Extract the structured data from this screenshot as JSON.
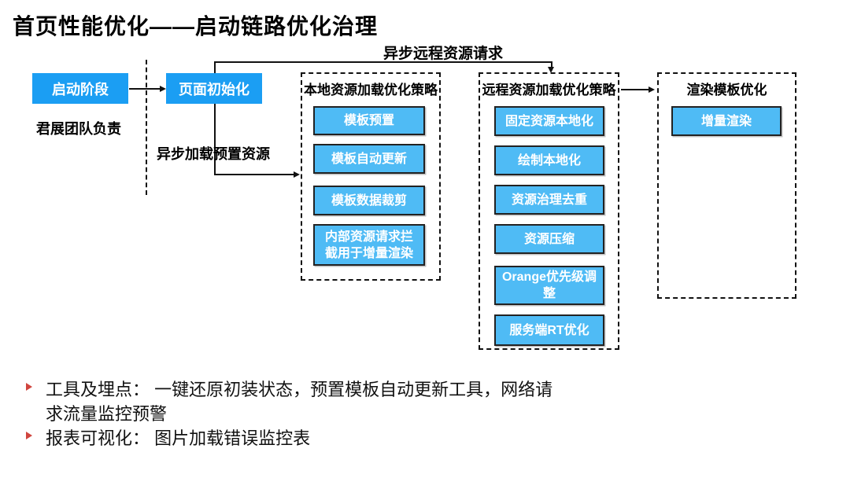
{
  "title": "首页性能优化——启动链路优化治理",
  "flow": {
    "nodes": {
      "start": "启动阶段",
      "init": "页面初始化"
    },
    "owner_note": "君展团队负责",
    "edges": {
      "async_remote": "异步远程资源请求",
      "async_preset": "异步加载预置资源"
    },
    "groups": [
      {
        "title": "本地资源加载优化策略",
        "items": [
          "模板预置",
          "模板自动更新",
          "模板数据裁剪",
          "内部资源请求拦截用于增量渲染"
        ]
      },
      {
        "title": "远程资源加载优化策略",
        "items": [
          "固定资源本地化",
          "绘制本地化",
          "资源治理去重",
          "资源压缩",
          "Orange优先级调整",
          "服务端RT优化"
        ]
      },
      {
        "title": "渲染模板优化",
        "items": [
          "增量渲染"
        ]
      }
    ]
  },
  "notes": [
    "工具及埋点： 一键还原初装状态，预置模板自动更新工具，网络请求流量监控预警",
    "报表可视化： 图片加载错误监控表"
  ],
  "colors": {
    "node_blue": "#1B9EF3",
    "item_blue": "#4FBBF5",
    "bullet_red": "#D0453E"
  }
}
